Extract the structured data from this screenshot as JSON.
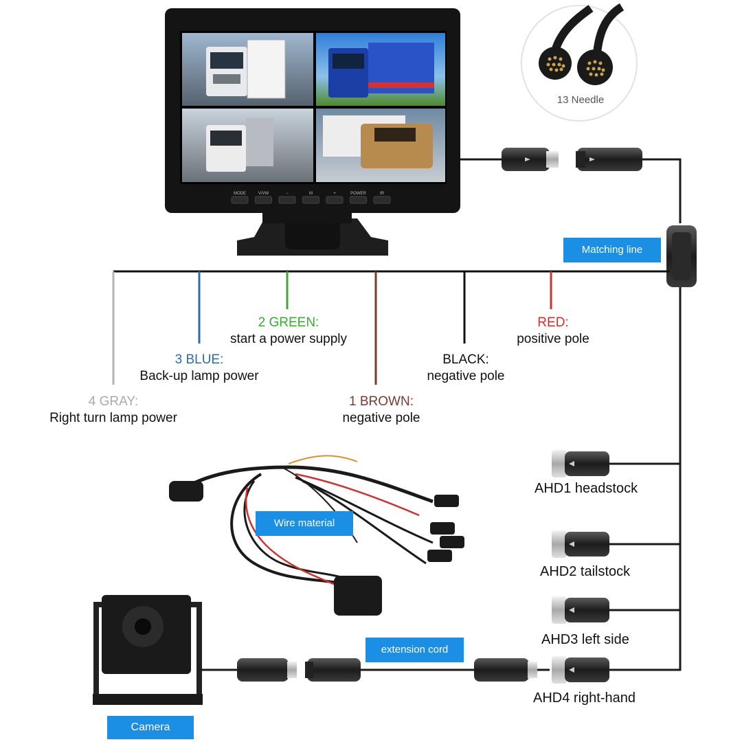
{
  "connector": {
    "caption": "13 Needle"
  },
  "monitor": {
    "buttons": [
      "MODE",
      "V/VW",
      "−",
      "M",
      "+",
      "POWER",
      "IR"
    ]
  },
  "tags": {
    "matching_line": "Matching line",
    "wire_material": "Wire material",
    "extension_cord": "extension cord",
    "camera": "Camera"
  },
  "wires": [
    {
      "id": "gray",
      "name": "4 GRAY:",
      "name_color": "#aaaaaa",
      "desc": "Right turn lamp power",
      "line_color": "#b5b5b5"
    },
    {
      "id": "blue",
      "name": "3 BLUE:",
      "name_color": "#2b6cb0",
      "desc": "Back-up lamp power",
      "line_color": "#2b6cb0"
    },
    {
      "id": "green",
      "name": "2 GREEN:",
      "name_color": "#3aaa35",
      "desc": "start a power supply",
      "line_color": "#3aaa35"
    },
    {
      "id": "brown",
      "name": "1 BROWN:",
      "name_color": "#7a3b2e",
      "desc": "negative pole",
      "line_color": "#7a3b2e"
    },
    {
      "id": "black",
      "name": "BLACK:",
      "name_color": "#111111",
      "desc": "negative pole",
      "line_color": "#111111"
    },
    {
      "id": "red",
      "name": "RED:",
      "name_color": "#d0312d",
      "desc": "positive pole",
      "line_color": "#d0312d"
    }
  ],
  "ahd": [
    "AHD1 headstock",
    "AHD2 tailstock",
    "AHD3 left side",
    "AHD4 right-hand"
  ]
}
